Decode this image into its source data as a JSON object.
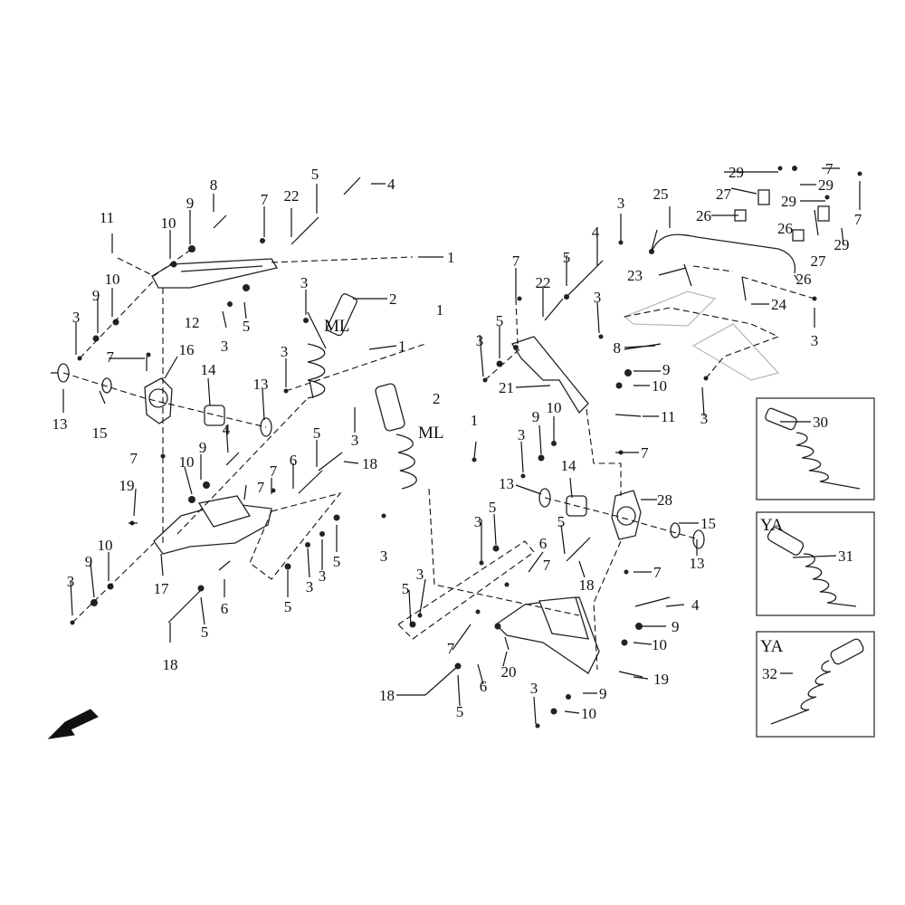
{
  "diagram": {
    "tags": {
      "ml": "ML",
      "ya": "YA"
    },
    "labels": {
      "n1": "1",
      "n2": "2",
      "n3": "3",
      "n4": "4",
      "n5": "5",
      "n6": "6",
      "n7": "7",
      "n8": "8",
      "n9": "9",
      "n10": "10",
      "n11": "11",
      "n12": "12",
      "n13": "13",
      "n14": "14",
      "n15": "15",
      "n16": "16",
      "n17": "17",
      "n18": "18",
      "n19": "19",
      "n20": "20",
      "n21": "21",
      "n22": "22",
      "n23": "23",
      "n24": "24",
      "n25": "25",
      "n26": "26",
      "n27": "27",
      "n28": "28",
      "n29": "29",
      "n30": "30",
      "n31": "31",
      "n32": "32"
    },
    "icons": {
      "direction": "front-direction-arrow-icon"
    }
  }
}
